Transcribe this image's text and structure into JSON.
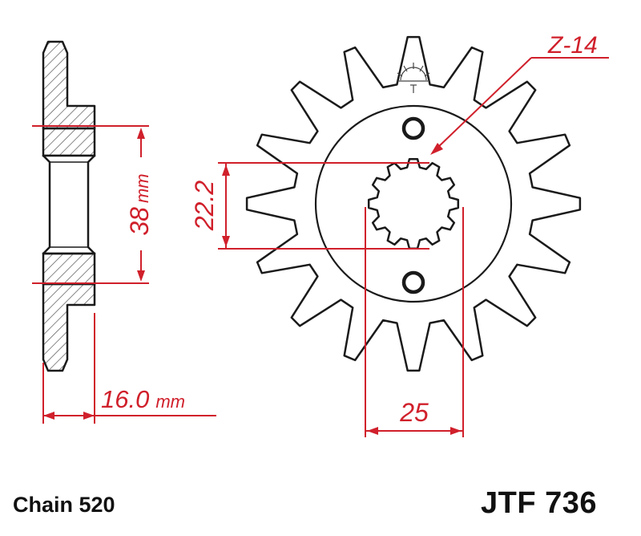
{
  "diagram": {
    "teeth_label": "Z-14",
    "bore_label": "38",
    "bore_unit": "mm",
    "spline_label": "22.2",
    "hub_width_label": "25",
    "thickness_label": "16.0",
    "thickness_unit": "mm",
    "teeth_count": 16
  },
  "footer": {
    "chain": "Chain 520",
    "part_number": "JTF 736"
  },
  "colors": {
    "dimension": "#d0202b",
    "outline": "#1a1a1a",
    "hatch": "#555555"
  }
}
